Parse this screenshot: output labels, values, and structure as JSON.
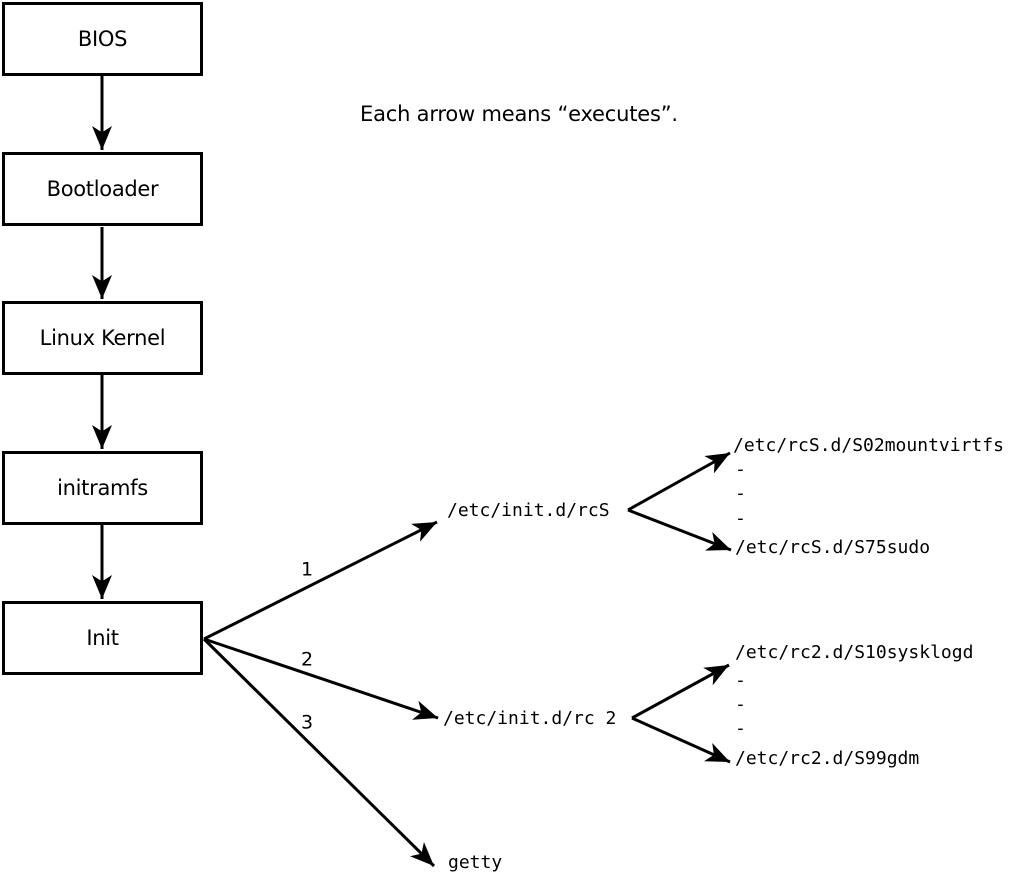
{
  "diagram": {
    "caption": "Each arrow means “executes”.",
    "boxes": [
      {
        "label": "BIOS"
      },
      {
        "label": "Bootloader"
      },
      {
        "label": "Linux Kernel"
      },
      {
        "label": "initramfs"
      },
      {
        "label": "Init"
      }
    ],
    "branches": [
      {
        "number": "1",
        "target": "/etc/init.d/rcS"
      },
      {
        "number": "2",
        "target": "/etc/init.d/rc 2"
      },
      {
        "number": "3",
        "target": "getty"
      }
    ],
    "rcS_scripts": {
      "first": "/etc/rcS.d/S02mountvirtfs",
      "ellipsis": [
        "-",
        "-",
        "-"
      ],
      "last": "/etc/rcS.d/S75sudo"
    },
    "rc2_scripts": {
      "first": "/etc/rc2.d/S10sysklogd",
      "ellipsis": [
        "-",
        "-",
        "-"
      ],
      "last": "/etc/rc2.d/S99gdm"
    },
    "colors": {
      "line": "#000000",
      "box_fill": "#ffffff",
      "background": "#ffffff"
    }
  }
}
